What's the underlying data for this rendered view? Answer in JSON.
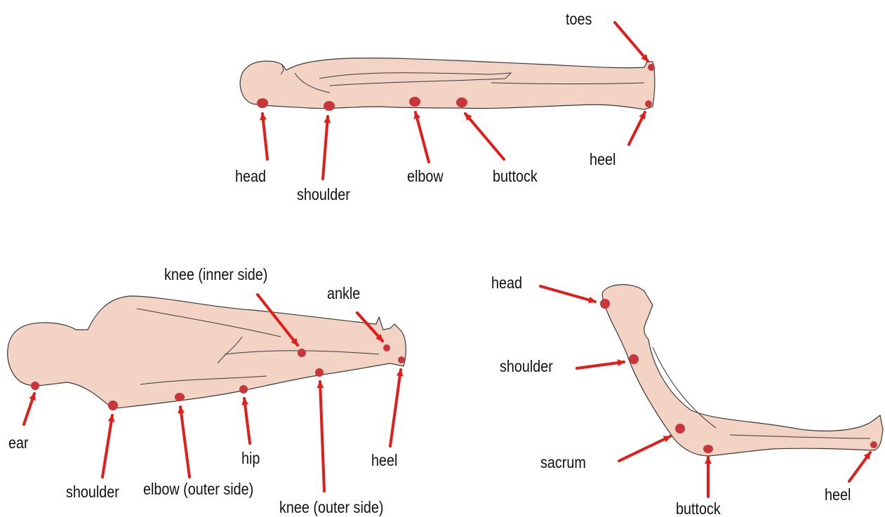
{
  "colors": {
    "skin": "#F2D3C4",
    "outline": "#3A3A3A",
    "pressure_point": "#C8353A",
    "arrow": "#E41B17",
    "text": "#111111",
    "background": "#FFFFFF"
  },
  "positions": {
    "supine": {
      "labels": {
        "toes": "toes",
        "head": "head",
        "shoulder": "shoulder",
        "elbow": "elbow",
        "buttock": "buttock",
        "heel": "heel"
      }
    },
    "lateral": {
      "labels": {
        "knee_inner": "knee (inner side)",
        "ankle": "ankle",
        "ear": "ear",
        "shoulder": "shoulder",
        "elbow_outer": "elbow (outer side)",
        "hip": "hip",
        "heel": "heel",
        "knee_outer": "knee (outer side)"
      }
    },
    "sitting": {
      "labels": {
        "head": "head",
        "shoulder": "shoulder",
        "sacrum": "sacrum",
        "buttock": "buttock",
        "heel": "heel"
      }
    }
  }
}
